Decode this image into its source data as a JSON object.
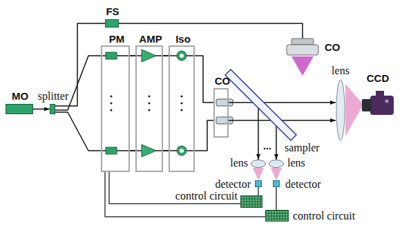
{
  "diagram": {
    "nodes": [
      {
        "text": [
          "MO"
        ]
      },
      {
        "text": [
          "splitter"
        ]
      },
      {
        "text": [
          "FS"
        ]
      },
      {
        "text": [
          "PM"
        ]
      },
      {
        "text": [
          "AMP"
        ]
      },
      {
        "text": [
          "Iso"
        ]
      },
      {
        "text": [
          "CO"
        ]
      },
      {
        "text": [
          "CO"
        ]
      },
      {
        "text": [
          "sampler"
        ]
      },
      {
        "text": [
          "lens"
        ]
      },
      {
        "text": [
          "CCD"
        ]
      },
      {
        "text": [
          "lens"
        ]
      },
      {
        "text": [
          "lens"
        ]
      },
      {
        "text": [
          "detector"
        ]
      },
      {
        "text": [
          "detector"
        ]
      },
      {
        "text": [
          "control circuit"
        ]
      },
      {
        "text": [
          "control circuit"
        ]
      }
    ],
    "edges": [
      {
        "from": 0,
        "to": 1,
        "arrow": "to"
      },
      {
        "from": 1,
        "to": 2,
        "arrow": "none"
      },
      {
        "from": 2,
        "to": 7,
        "arrow": "none"
      },
      {
        "from": 1,
        "to": 3,
        "arrow": "none"
      },
      {
        "from": 1,
        "to": 3,
        "arrow": "none"
      },
      {
        "from": 3,
        "to": 4,
        "arrow": "none"
      },
      {
        "from": 3,
        "to": 4,
        "arrow": "none"
      },
      {
        "from": 4,
        "to": 5,
        "arrow": "none"
      },
      {
        "from": 4,
        "to": 5,
        "arrow": "none"
      },
      {
        "from": 5,
        "to": 6,
        "arrow": "none"
      },
      {
        "from": 5,
        "to": 6,
        "arrow": "none"
      },
      {
        "from": 6,
        "to": 9,
        "arrow": "to"
      },
      {
        "from": 6,
        "to": 9,
        "arrow": "to"
      },
      {
        "from": 8,
        "to": 11,
        "arrow": "to"
      },
      {
        "from": 8,
        "to": 12,
        "arrow": "to"
      },
      {
        "from": 13,
        "to": 15,
        "arrow": "none"
      },
      {
        "from": 14,
        "to": 16,
        "arrow": "none"
      },
      {
        "from": 15,
        "to": 3,
        "arrow": "none"
      },
      {
        "from": 16,
        "to": 3,
        "arrow": "none"
      }
    ]
  }
}
